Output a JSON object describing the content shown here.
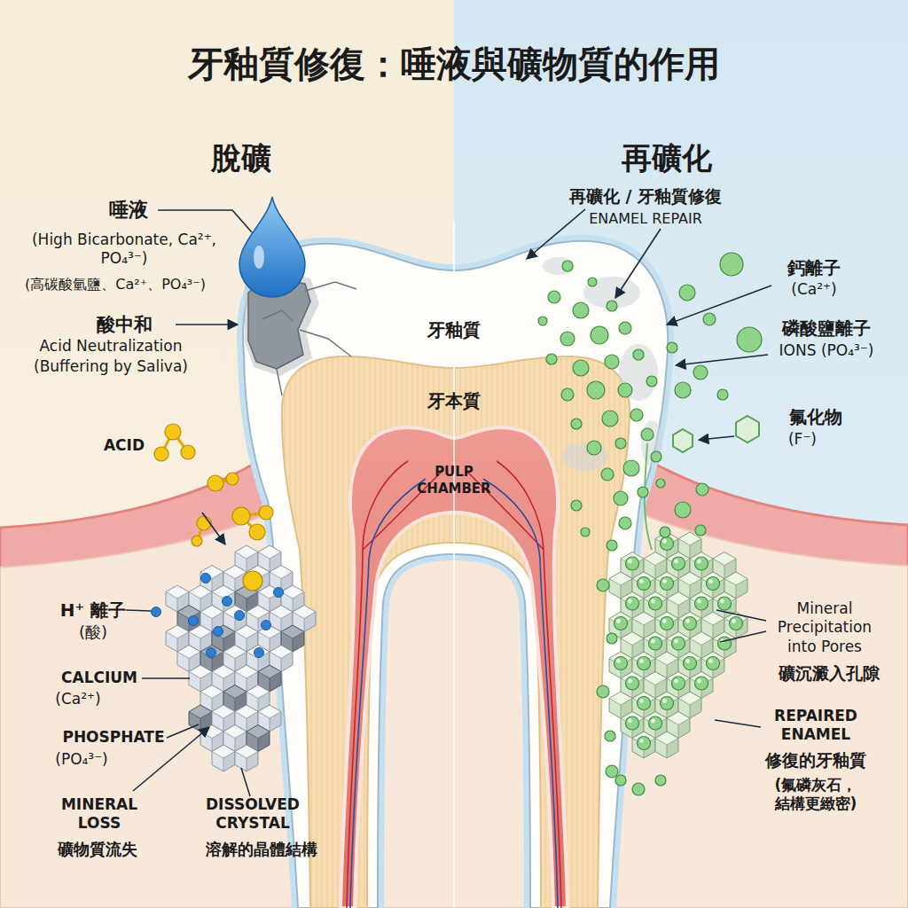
{
  "diagram": {
    "title": "牙釉質修復：唾液與礦物質的作用",
    "nodes": [
      {
        "text": [
          "脫礦"
        ]
      },
      {
        "text": [
          "再礦化"
        ]
      }
    ],
    "labels": [
      "唾液",
      "(High Bicarbonate, Ca²⁺, PO₄³⁻)",
      "(高碳酸氫鹽、Ca²⁺、PO₄³⁻)",
      "酸中和",
      "Acid Neutralization",
      "(Buffering by Saliva)",
      "ACID",
      "H⁺ 離子",
      "(酸)",
      "CALCIUM",
      "(Ca²⁺)",
      "PHOSPHATE",
      "(PO₄³⁻)",
      "MINERAL LOSS",
      "礦物質流失",
      "DISSOLVED CRYSTAL",
      "溶解的晶體結構",
      "牙釉質",
      "牙本質",
      "PULP CHAMBER",
      "再礦化 / 牙釉質修復",
      "ENAMEL REPAIR",
      "鈣離子",
      "(Ca²⁺)",
      "磷酸鹽離子",
      "IONS (PO₄³⁻)",
      "氟化物",
      "(F⁻)",
      "Mineral Precipitation into Pores",
      "礦沉澱入孔隙",
      "REPAIRED ENAMEL",
      "修復的牙釉質",
      "(氟磷灰石， 結構更緻密)"
    ]
  }
}
